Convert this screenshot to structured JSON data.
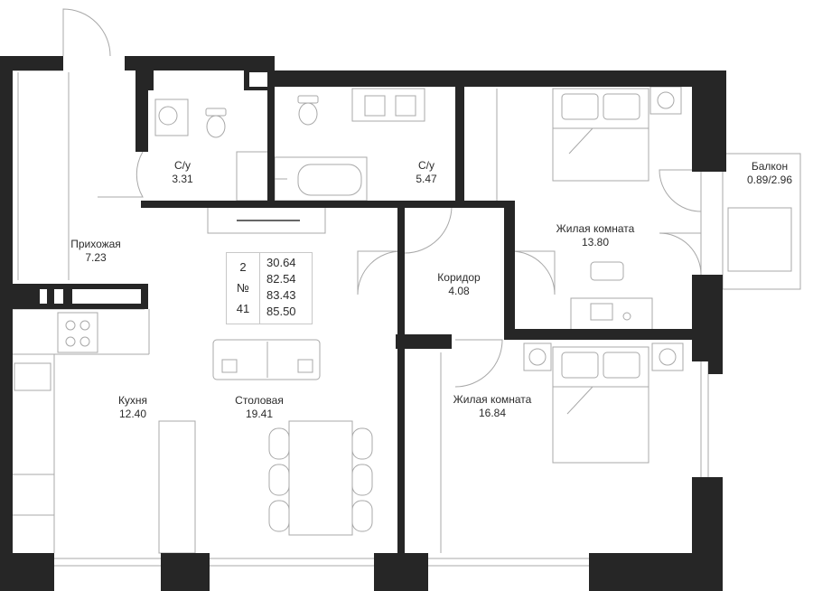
{
  "rooms": [
    {
      "id": "hallway",
      "name": "Прихожая",
      "area": "7.23"
    },
    {
      "id": "bath1",
      "name": "С/у",
      "area": "3.31"
    },
    {
      "id": "bath2",
      "name": "С/у",
      "area": "5.47"
    },
    {
      "id": "bedroom1",
      "name": "Жилая комната",
      "area": "13.80"
    },
    {
      "id": "balcony",
      "name": "Балкон",
      "area": "0.89/2.96"
    },
    {
      "id": "corridor",
      "name": "Коридор",
      "area": "4.08"
    },
    {
      "id": "kitchen",
      "name": "Кухня",
      "area": "12.40"
    },
    {
      "id": "dining",
      "name": "Столовая",
      "area": "19.41"
    },
    {
      "id": "bedroom2",
      "name": "Жилая комната",
      "area": "16.84"
    }
  ],
  "info": {
    "rooms_count": "2",
    "number_sign": "№",
    "number": "41",
    "areas": [
      "30.64",
      "82.54",
      "83.43",
      "85.50"
    ]
  },
  "colors": {
    "wall": "#262626",
    "line": "#a8a8a8",
    "fixture": "#7a7a7a",
    "text": "#2b2b2b"
  }
}
